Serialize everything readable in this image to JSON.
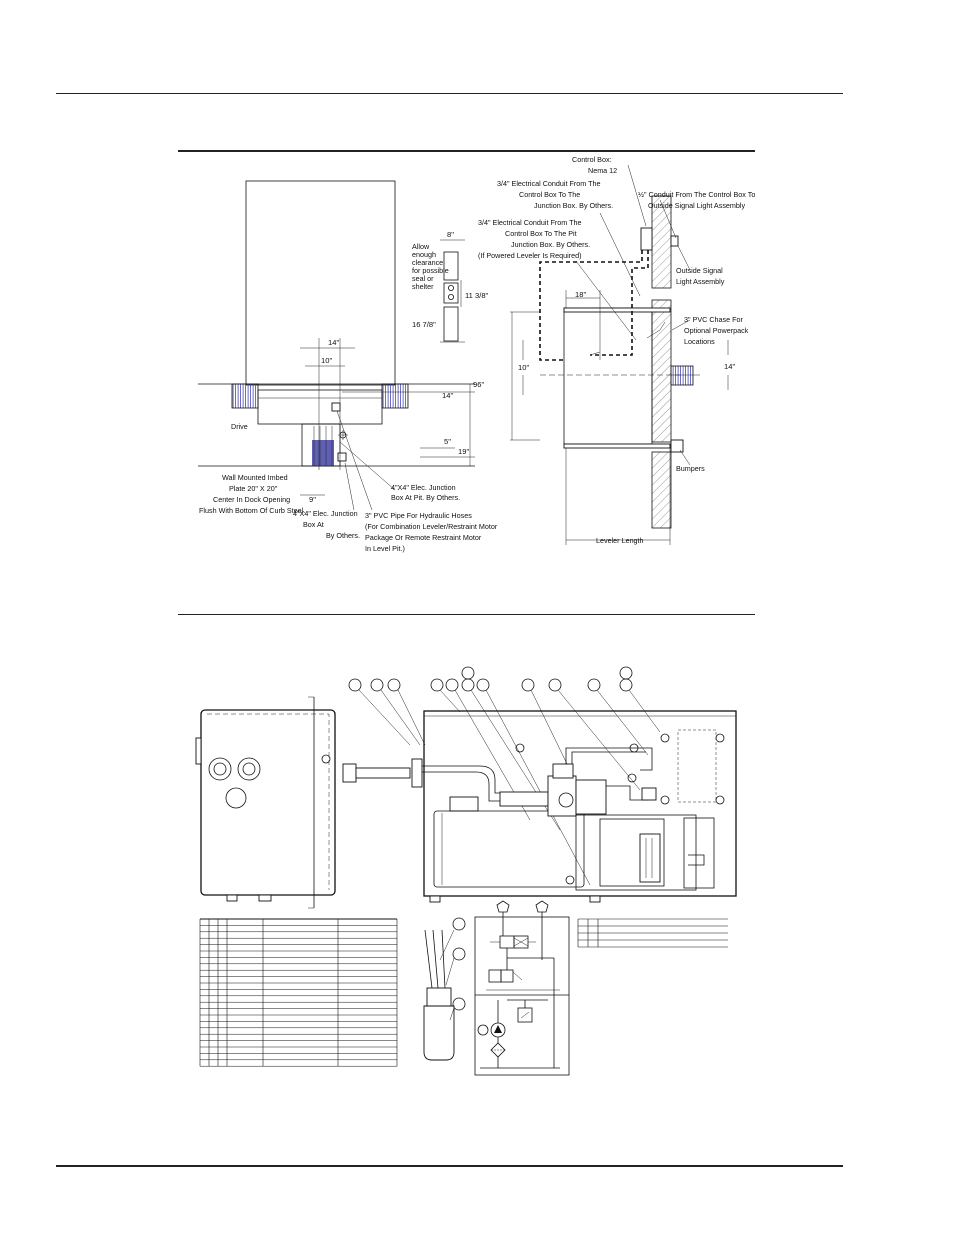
{
  "top_diagram": {
    "left_labels": {
      "drive": "Drive",
      "imbed_plate_1": "Wall Mounted Imbed",
      "imbed_plate_2": "Plate 20\" X 20\"",
      "imbed_plate_3": "Center In Dock Opening",
      "imbed_plate_4": "Flush With Bottom Of Curb Steel.",
      "jbox_1": "4\"X4\" Elec. Junction",
      "jbox_2": "Box At",
      "jbox_3": "By Others.",
      "pit_jbox_1": "4\"X4\" Elec. Junction",
      "pit_jbox_2": "Box At Pit.  By Others.",
      "pvc_1": "3\" PVC Pipe For Hydraulic Hoses",
      "pvc_2": "(For Combination Leveler/Restraint Motor",
      "pvc_3": "Package Or Remote Restraint Motor",
      "pvc_4": "In Level Pit.)",
      "clearance_1": "Allow",
      "clearance_2": "enough",
      "clearance_3": "clearance",
      "clearance_4": "for possible",
      "clearance_5": "seal or",
      "clearance_6": "shelter"
    },
    "left_dims": {
      "d14a": "14\"",
      "d10": "10\"",
      "d14b": "14\"",
      "d96": "96\"",
      "d5": "5\"",
      "d19": "19\"",
      "d9": "9\"",
      "d8": "8\"",
      "d11_38": "11 3/8\"",
      "d16_78": "16 7/8\""
    },
    "right_labels": {
      "control_box_1": "Control Box:",
      "control_box_2": "Nema 12",
      "conduit_jb_1": "3/4\" Electrical Conduit From The",
      "conduit_jb_2": "Control Box To The",
      "conduit_jb_3": "Junction Box.  By Others.",
      "conduit_pit_1": "3/4\" Electrical Conduit From The",
      "conduit_pit_2": "Control Box To The Pit",
      "conduit_pit_3": "Junction Box.  By Others.",
      "conduit_pit_4": "(If Powered Leveler Is Required)",
      "signal_conduit_1": "½\" Conduit From The Control Box To",
      "signal_conduit_2": "Outside Signal Light Assembly",
      "signal_1": "Outside Signal",
      "signal_2": "Light Assembly",
      "chase_1": "3\" PVC Chase For",
      "chase_2": "Optional Powerpack",
      "chase_3": "Locations",
      "bumpers": "Bumpers",
      "leveler_length": "Leveler Length"
    },
    "right_dims": {
      "d18": "18\"",
      "d10": "10\"",
      "d14": "14\""
    }
  },
  "icons": {
    "junction": "junction-box-icon",
    "bolt": "bolt-head-icon"
  },
  "colors": {
    "line": "#111111",
    "hatch": "#555555",
    "pipe_fill": "#2a2a9a"
  }
}
